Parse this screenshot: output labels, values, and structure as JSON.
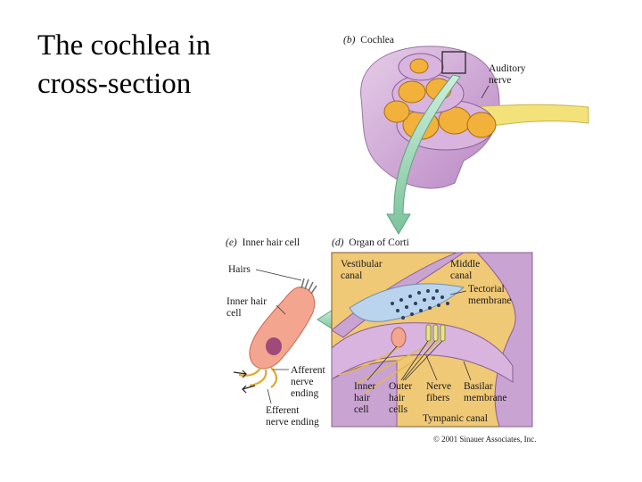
{
  "title": {
    "line1": "The cochlea in",
    "line2": "cross-section"
  },
  "panel_b": {
    "caption_letter": "(b)",
    "caption_text": "Cochlea",
    "auditory_nerve_line1": "Auditory",
    "auditory_nerve_line2": "nerve"
  },
  "panel_e": {
    "caption_letter": "(e)",
    "caption_text": "Inner hair cell",
    "hairs": "Hairs",
    "inner_hair_cell_line1": "Inner hair",
    "inner_hair_cell_line2": "cell",
    "afferent_line1": "Afferent",
    "afferent_line2": "nerve",
    "afferent_line3": "ending",
    "efferent_line1": "Efferent",
    "efferent_line2": "nerve ending"
  },
  "panel_d": {
    "caption_letter": "(d)",
    "caption_text": "Organ of Corti",
    "vestibular_line1": "Vestibular",
    "vestibular_line2": "canal",
    "middle_line1": "Middle",
    "middle_line2": "canal",
    "tectorial_line1": "Tectorial",
    "tectorial_line2": "membrane",
    "inner_hair_line1": "Inner",
    "inner_hair_line2": "hair",
    "inner_hair_line3": "cell",
    "outer_hair_line1": "Outer",
    "outer_hair_line2": "hair",
    "outer_hair_line3": "cells",
    "nerve_fibers_line1": "Nerve",
    "nerve_fibers_line2": "fibers",
    "basilar_line1": "Basilar",
    "basilar_line2": "membrane",
    "tympanic": "Tympanic canal"
  },
  "copyright": "© 2001 Sinauer Associates, Inc.",
  "colors": {
    "cochlea_purple": "#c9a3d1",
    "cochlea_shell": "#dcbde0",
    "orange": "#f2b13a",
    "nerve_yellow": "#f3e27a",
    "arrow_teal": "#9fd6b6",
    "organ_bg": "#f0c977",
    "cell_pink": "#f4a58f",
    "tectorial_blue": "#b9d4ec"
  }
}
